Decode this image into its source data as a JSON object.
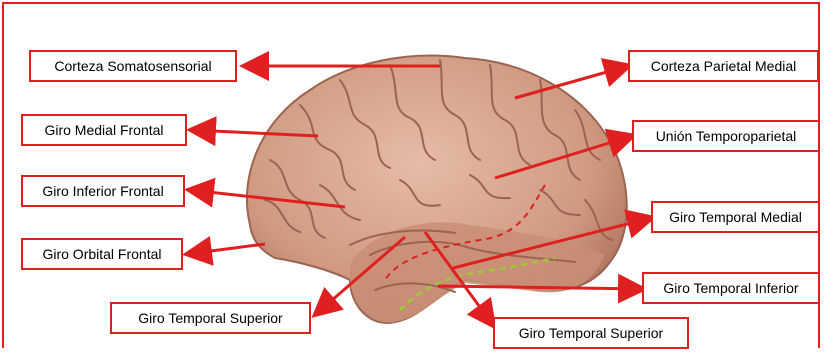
{
  "labels": {
    "corteza_somatosensorial": "Corteza Somatosensorial",
    "corteza_parietal_medial": "Corteza Parietal Medial",
    "giro_medial_frontal": "Giro Medial Frontal",
    "union_temporoparietal": "Unión Temporoparietal",
    "giro_inferior_frontal": "Giro Inferior Frontal",
    "giro_temporal_medial": "Giro Temporal Medial",
    "giro_orbital_frontal": "Giro Orbital Frontal",
    "giro_temporal_inferior": "Giro Temporal Inferior",
    "giro_temporal_superior_left": "Giro Temporal Superior",
    "giro_temporal_superior_bottom": "Giro Temporal Superior"
  },
  "colors": {
    "accent": "#e02020",
    "brain": "#d8a890",
    "brain_dark": "#a8705c",
    "dashed_sulcus": "#9ccc30"
  }
}
